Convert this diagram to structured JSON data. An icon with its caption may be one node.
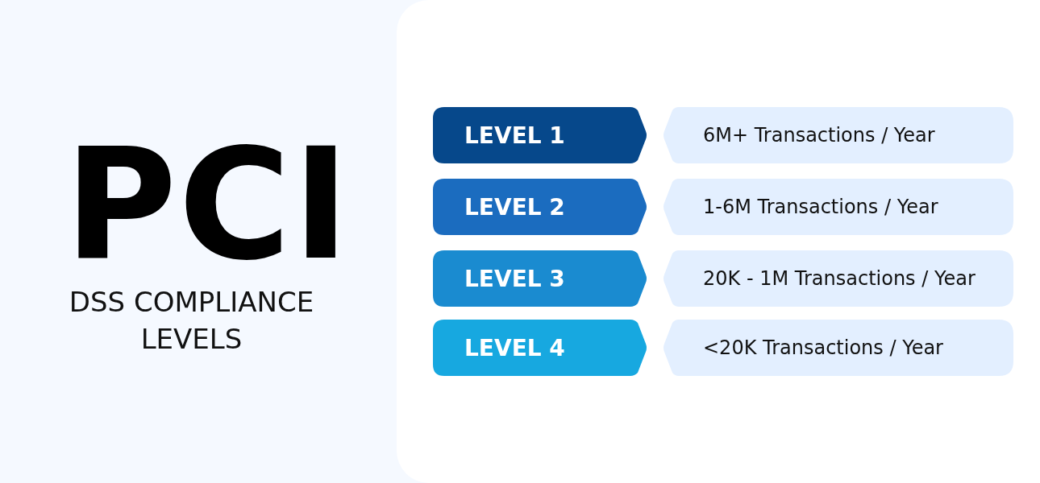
{
  "diagram": {
    "title": "PCI",
    "nodes": [
      {
        "text": [
          "LEVEL 1"
        ]
      },
      {
        "text": [
          "6M+ Transactions / Year"
        ]
      },
      {
        "text": [
          "LEVEL 2"
        ]
      },
      {
        "text": [
          "1-6M Transactions / Year"
        ]
      },
      {
        "text": [
          "LEVEL 3"
        ]
      },
      {
        "text": [
          "20K - 1M Transactions / Year"
        ]
      },
      {
        "text": [
          "LEVEL 4"
        ]
      },
      {
        "text": [
          "<20K Transactions / Year"
        ]
      }
    ],
    "labels": [
      "DSS COMPLIANCE LEVELS"
    ]
  }
}
